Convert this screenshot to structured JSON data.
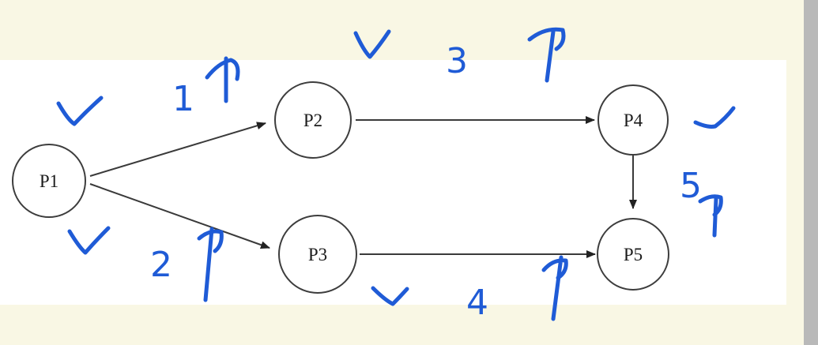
{
  "colors": {
    "background": "#f9f7e4",
    "panel": "#ffffff",
    "scrollbar": "#b9b9b9",
    "ink": "#1f5bd6",
    "node_stroke": "#3d3d3d"
  },
  "nodes": [
    {
      "id": "P1",
      "label": "P1"
    },
    {
      "id": "P2",
      "label": "P2"
    },
    {
      "id": "P3",
      "label": "P3"
    },
    {
      "id": "P4",
      "label": "P4"
    },
    {
      "id": "P5",
      "label": "P5"
    }
  ],
  "edges": [
    {
      "from": "P1",
      "to": "P2"
    },
    {
      "from": "P1",
      "to": "P3"
    },
    {
      "from": "P2",
      "to": "P4"
    },
    {
      "from": "P3",
      "to": "P5"
    },
    {
      "from": "P4",
      "to": "P5"
    }
  ],
  "annotations": {
    "edge_numbers": [
      "1",
      "2",
      "3",
      "4",
      "5"
    ]
  }
}
